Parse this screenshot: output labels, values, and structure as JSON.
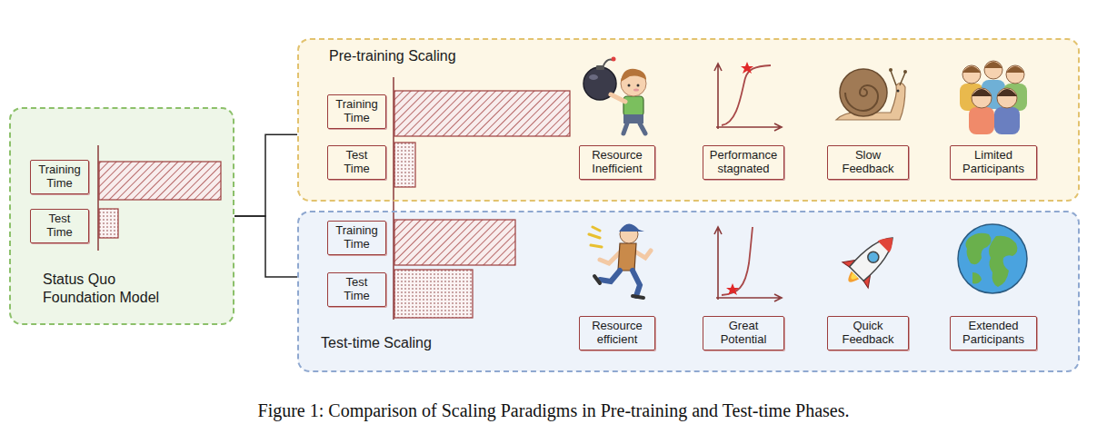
{
  "diagram": {
    "caption": "Figure 1: Comparison of Scaling Paradigms in Pre-training and Test-time Phases.",
    "nodes": [
      {
        "text": [
          "Status Quo Foundation Model"
        ]
      },
      {
        "text": [
          "Training Time"
        ],
        "in": 0
      },
      {
        "text": [
          "Test Time"
        ],
        "in": 0
      },
      {
        "text": [
          "Pre-training Scaling"
        ]
      },
      {
        "text": [
          "Training Time"
        ],
        "in": 3
      },
      {
        "text": [
          "Test Time"
        ],
        "in": 3
      },
      {
        "text": [
          "Resource Inefficient"
        ],
        "in": 3
      },
      {
        "text": [
          "Performance stagnated"
        ],
        "in": 3
      },
      {
        "text": [
          "Slow Feedback"
        ],
        "in": 3
      },
      {
        "text": [
          "Limited Participants"
        ],
        "in": 3
      },
      {
        "text": [
          "Test-time Scaling"
        ]
      },
      {
        "text": [
          "Training Time"
        ],
        "in": 10
      },
      {
        "text": [
          "Test Time"
        ],
        "in": 10
      },
      {
        "text": [
          "Resource efficient"
        ],
        "in": 10
      },
      {
        "text": [
          "Great Potential"
        ],
        "in": 10
      },
      {
        "text": [
          "Quick Feedback"
        ],
        "in": 10
      },
      {
        "text": [
          "Extended Participants"
        ],
        "in": 10
      }
    ],
    "edges": [
      {
        "from": 0,
        "to": 3,
        "arrow": "none"
      },
      {
        "from": 0,
        "to": 10,
        "arrow": "none"
      }
    ]
  }
}
